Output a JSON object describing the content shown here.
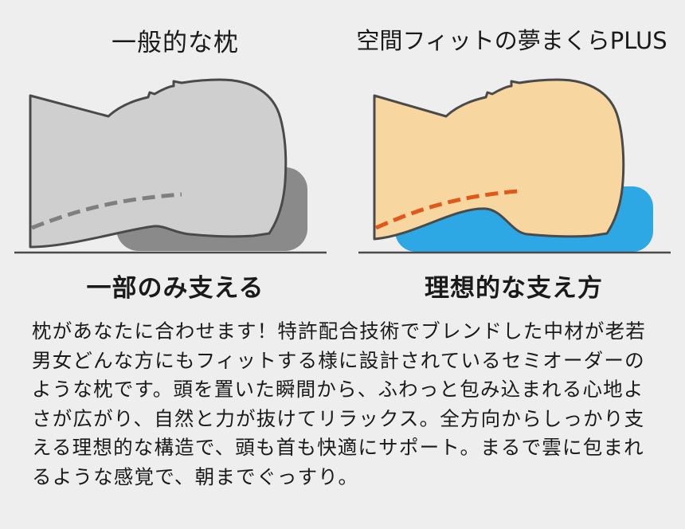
{
  "left_panel": {
    "title": "一般的な枕",
    "caption": "一部のみ支える"
  },
  "right_panel": {
    "title": "空間フィットの夢まくらPLUS",
    "caption": "理想的な支え方"
  },
  "description": "枕があなたに合わせます！特許配合技術でブレンドした中材が老若男女どんな方にもフィットする様に設計されているセミオーダーのような枕です。頭を置いた瞬間から、ふわっと包み込まれる心地よさが広がり、自然と力が抜けてリラックス。全方向からしっかり支える理想的な構造で、頭も首も快適にサポート。まるで雲に包まれるような感覚で、朝までぐっすり。",
  "colors": {
    "background": "#eeeeee",
    "left_head": "#cfcfcf",
    "left_pillow": "#8a8a8a",
    "left_spine": "#7f7f7f",
    "right_head": "#f8d6a0",
    "right_pillow": "#2ea8e4",
    "right_spine": "#e2571a",
    "outline": "#4a4a4a"
  }
}
